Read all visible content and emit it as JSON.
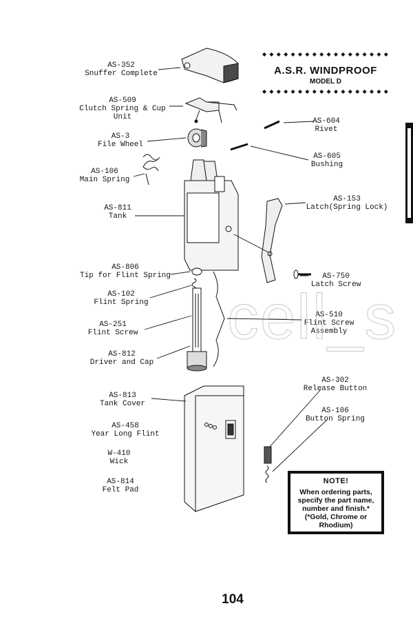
{
  "header": {
    "title": "A.S.R. WINDPROOF",
    "model": "MODEL D"
  },
  "parts_left": [
    {
      "number": "AS-352",
      "name": "Snuffer Complete"
    },
    {
      "number": "AS-509",
      "name": "Clutch Spring & Cup Unit"
    },
    {
      "number": "AS-3",
      "name": "File Wheel"
    },
    {
      "number": "AS-106",
      "name": "Main Spring"
    },
    {
      "number": "AS-811",
      "name": "Tank"
    },
    {
      "number": "AS-806",
      "name": "Tip for Flint Spring"
    },
    {
      "number": "AS-102",
      "name": "Flint Spring"
    },
    {
      "number": "AS-251",
      "name": "Flint Screw"
    },
    {
      "number": "AS-812",
      "name": "Driver and Cap"
    },
    {
      "number": "AS-813",
      "name": "Tank Cover"
    },
    {
      "number": "AS-458",
      "name": "Year Long Flint"
    },
    {
      "number": "W-410",
      "name": "Wick"
    },
    {
      "number": "AS-814",
      "name": "Felt Pad"
    }
  ],
  "parts_right": [
    {
      "number": "AS-604",
      "name": "Rivet"
    },
    {
      "number": "AS-605",
      "name": "Bushing"
    },
    {
      "number": "AS-153",
      "name": "Latch(Spring Lock)"
    },
    {
      "number": "AS-750",
      "name": "Latch Screw"
    },
    {
      "number": "AS-510",
      "name": "Flint Screw Assembly"
    },
    {
      "number": "AS-302",
      "name": "Release Button"
    },
    {
      "number": "AS-106",
      "name": "Button Spring"
    }
  ],
  "note": {
    "title": "NOTE!",
    "body": "When ordering parts, specify the part name, number and finish.* (*Gold, Chrome or Rhodium)"
  },
  "watermark": "cell_s",
  "page_number": "104"
}
